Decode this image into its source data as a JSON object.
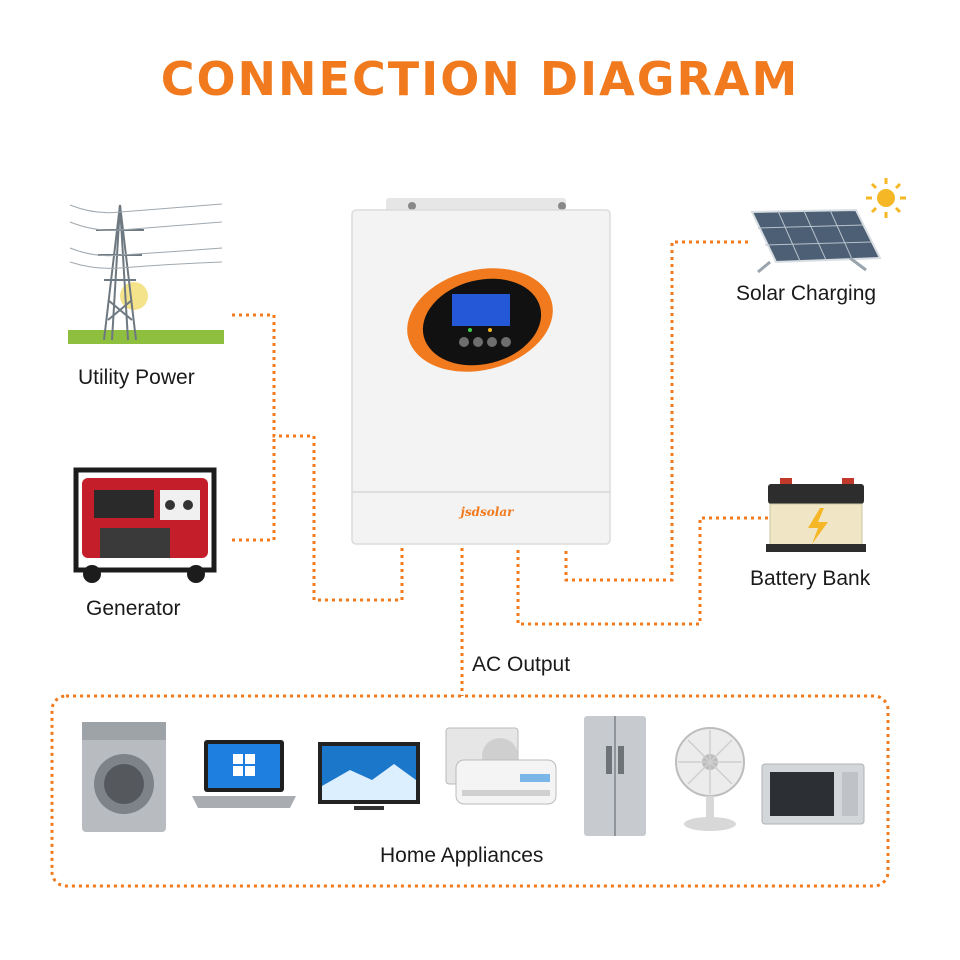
{
  "title": "CONNECTION DIAGRAM",
  "colors": {
    "accent": "#f07a1d",
    "inverter_body": "#f3f3f3",
    "label_text": "#1a1a1a"
  },
  "sources": {
    "utility": {
      "label": "Utility Power",
      "icon": "power-tower-icon"
    },
    "generator": {
      "label": "Generator",
      "icon": "generator-icon"
    },
    "solar": {
      "label": "Solar Charging",
      "icon": "solar-panel-icon"
    },
    "battery": {
      "label": "Battery Bank",
      "icon": "battery-icon"
    }
  },
  "inverter": {
    "brand": "jsdsolar",
    "icon": "inverter-icon"
  },
  "output": {
    "label": "AC Output"
  },
  "appliances": {
    "label": "Home Appliances",
    "items": [
      {
        "icon": "washing-machine-icon"
      },
      {
        "icon": "laptop-icon"
      },
      {
        "icon": "tv-icon"
      },
      {
        "icon": "air-conditioner-icon"
      },
      {
        "icon": "refrigerator-icon"
      },
      {
        "icon": "fan-icon"
      },
      {
        "icon": "microwave-icon"
      }
    ]
  }
}
